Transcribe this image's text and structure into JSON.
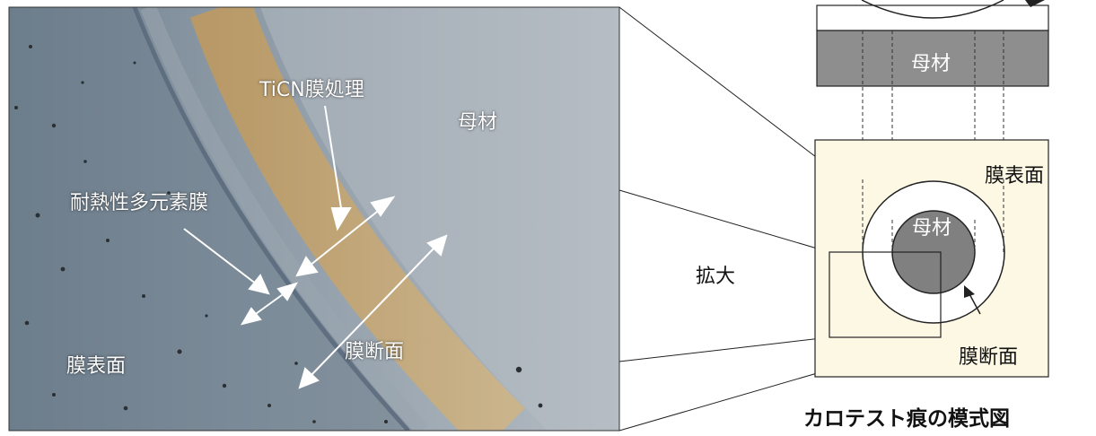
{
  "photo": {
    "labels": {
      "coating_process": "TiCN膜処理",
      "base_material": "母材",
      "heat_resistant_film": "耐熱性多元素膜",
      "film_surface": "膜表面",
      "film_cross_section": "膜断面"
    }
  },
  "schematic": {
    "top_base_material": "母材",
    "film_surface": "膜表面",
    "center_base_material": "母材",
    "film_cross_section": "膜断面",
    "magnify": "拡大"
  },
  "caption": "カロテスト痕の模式図",
  "colors": {
    "photo_dark": "#6f7f8c",
    "photo_light": "#b9c0c7",
    "coating_band": "#c7a063",
    "base_gray": "#8e8e8e",
    "panel_fill": "#fdf8e4",
    "crater_center": "#808080"
  }
}
